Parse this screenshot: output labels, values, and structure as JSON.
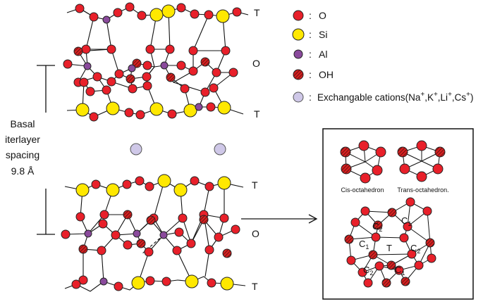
{
  "layers": [
    "T",
    "O",
    "T",
    "T",
    "O",
    "T"
  ],
  "spacing": {
    "lines": [
      "Basal",
      "iterlayer",
      "spacing",
      "9.8 Å"
    ]
  },
  "legend": {
    "items": [
      {
        "name": "o",
        "label": "O",
        "color": "#e8202a"
      },
      {
        "name": "si",
        "label": "Si",
        "color": "#ffe800"
      },
      {
        "name": "al",
        "label": "Al",
        "color": "#8a4a9c"
      },
      {
        "name": "oh",
        "label": "OH",
        "color": "#c61d1d"
      },
      {
        "name": "cation",
        "label": "Exchangable cations(Na",
        "color": "#cfc8e8"
      }
    ],
    "cation_label_parts": [
      {
        "t": "Exchangable cations(Na",
        "sup": false
      },
      {
        "t": "+",
        "sup": true
      },
      {
        "t": ",K",
        "sup": false
      },
      {
        "t": "+",
        "sup": true
      },
      {
        "t": ",Li",
        "sup": false
      },
      {
        "t": "+",
        "sup": true
      },
      {
        "t": ",Cs",
        "sup": false
      },
      {
        "t": "+",
        "sup": true
      },
      {
        "t": ")",
        "sup": false
      }
    ],
    "separator": ":"
  },
  "inset": {
    "cis_label": "Cis-octahedron",
    "trans_label": "Trans-octahedron.",
    "site_labels": {
      "T": "T",
      "C": "C",
      "sub1": "1",
      "sub2": "2"
    }
  }
}
